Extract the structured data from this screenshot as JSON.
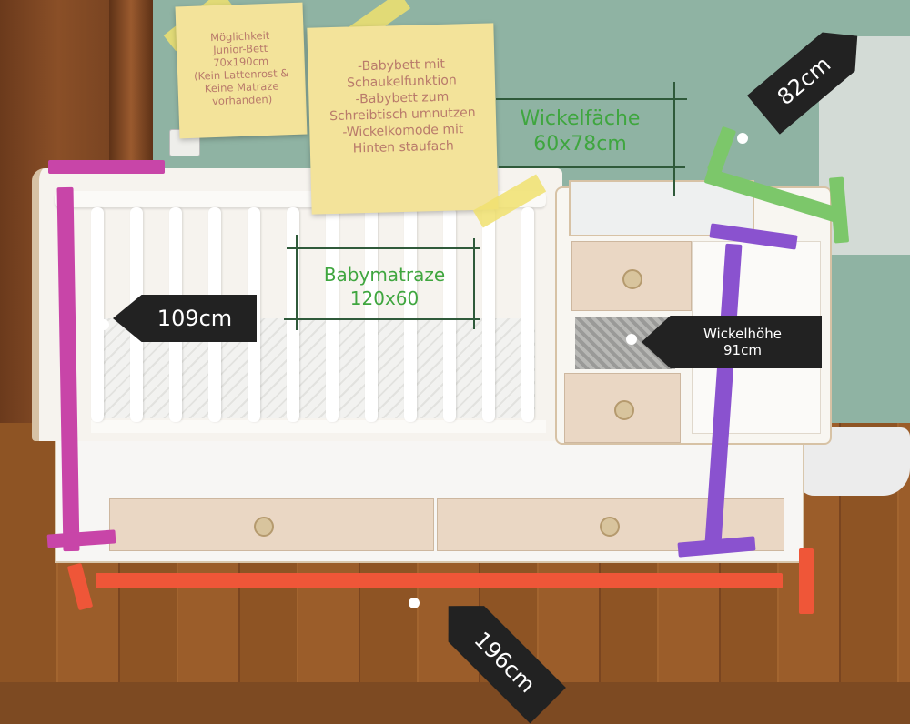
{
  "notes": {
    "junior_bed": [
      "Möglichkeit",
      "Junior-Bett",
      "70x190cm",
      "(Kein Lattenrost &",
      "Keine Matraze",
      "vorhanden)"
    ],
    "features": [
      "-Babybett mit",
      "Schaukelfunktion",
      "-Babybett zum",
      "Schreibtisch umnutzen",
      "-Wickelkomode mit",
      "Hinten staufach"
    ]
  },
  "labels": {
    "changing_area": [
      "Wickelfäche",
      "60x78cm"
    ],
    "mattress": [
      "Babymatraze",
      "120x60"
    ]
  },
  "measurements": {
    "height": "109cm",
    "depth": "82cm",
    "width": "196cm",
    "changing_height": [
      "Wickelhöhe",
      "91cm"
    ]
  },
  "colors": {
    "magenta": "#c845a8",
    "purple": "#8a52cf",
    "green": "#7cc76a",
    "red": "#ef5638",
    "label_green": "#3fa63f",
    "tag": "#222222",
    "note": "#f3e39a"
  }
}
